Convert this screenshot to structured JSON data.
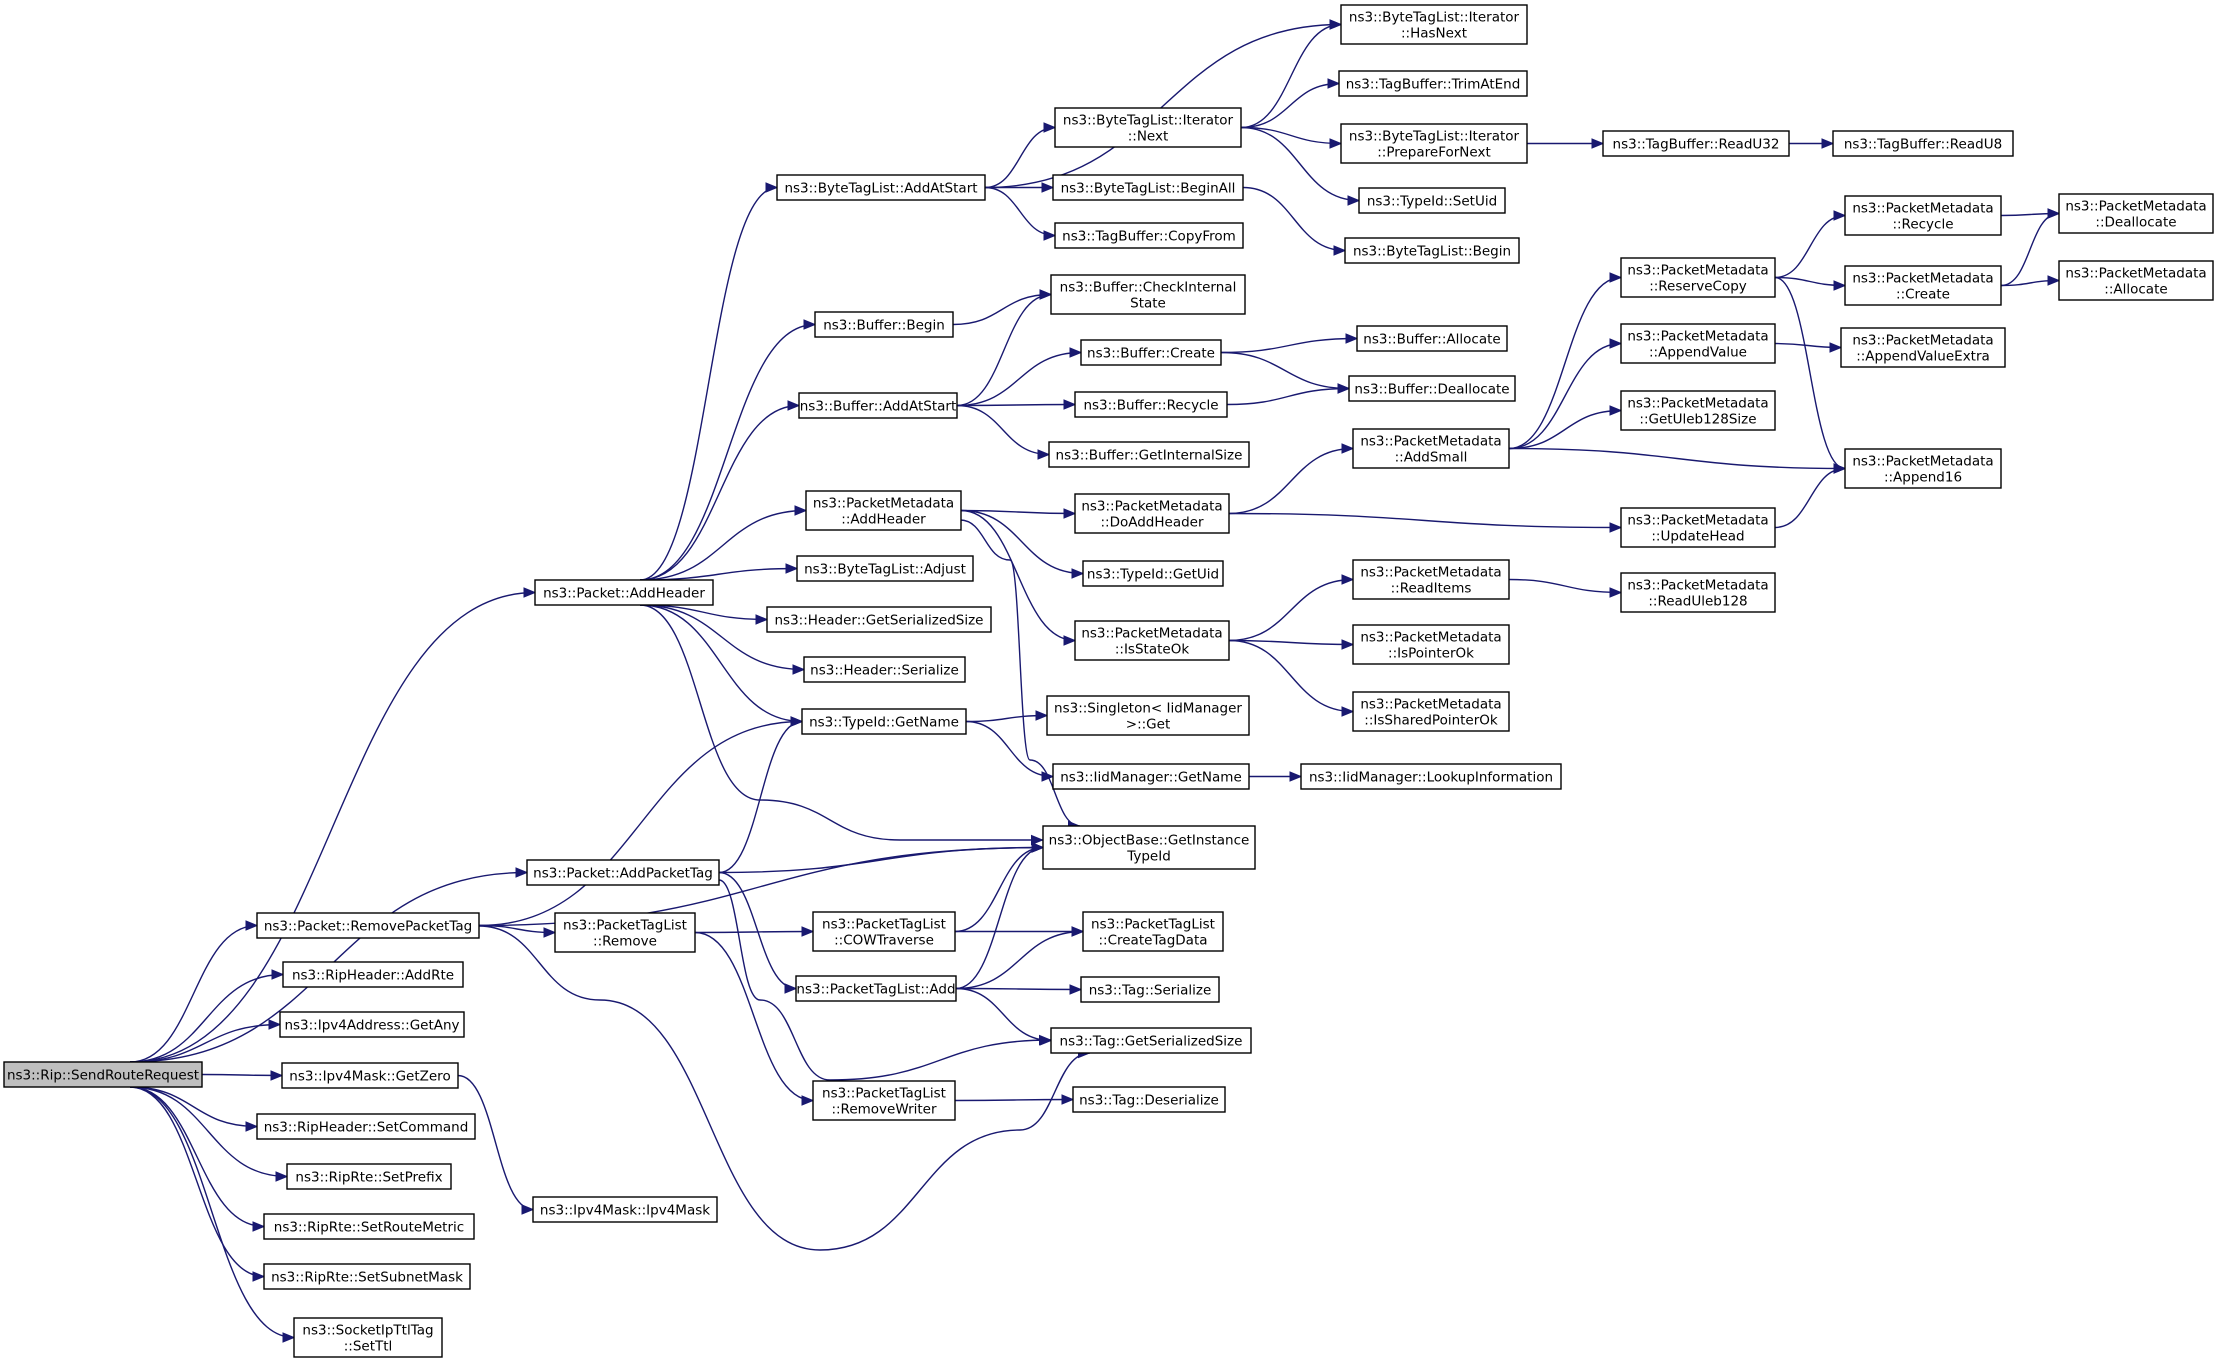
{
  "nodes": [
    {
      "id": "root",
      "lines": [
        "ns3::Rip::SendRouteRequest"
      ],
      "root": true
    },
    {
      "id": "packet_addheader",
      "lines": [
        "ns3::Packet::AddHeader"
      ]
    },
    {
      "id": "packet_addpackettag",
      "lines": [
        "ns3::Packet::AddPacketTag"
      ]
    },
    {
      "id": "packet_removepackettag",
      "lines": [
        "ns3::Packet::RemovePacketTag"
      ]
    },
    {
      "id": "ripheader_addrte",
      "lines": [
        "ns3::RipHeader::AddRte"
      ]
    },
    {
      "id": "ipv4address_getany",
      "lines": [
        "ns3::Ipv4Address::GetAny"
      ]
    },
    {
      "id": "ipv4mask_getzero",
      "lines": [
        "ns3::Ipv4Mask::GetZero"
      ]
    },
    {
      "id": "ripheader_setcommand",
      "lines": [
        "ns3::RipHeader::SetCommand"
      ]
    },
    {
      "id": "riprte_setprefix",
      "lines": [
        "ns3::RipRte::SetPrefix"
      ]
    },
    {
      "id": "riprte_setroutemetric",
      "lines": [
        "ns3::RipRte::SetRouteMetric"
      ]
    },
    {
      "id": "riprte_setsubnetmask",
      "lines": [
        "ns3::RipRte::SetSubnetMask"
      ]
    },
    {
      "id": "socketipttltag_setttl",
      "lines": [
        "ns3::SocketIpTtlTag",
        "::SetTtl"
      ]
    },
    {
      "id": "ipv4mask_ipv4mask",
      "lines": [
        "ns3::Ipv4Mask::Ipv4Mask"
      ]
    },
    {
      "id": "packettaglist_remove",
      "lines": [
        "ns3::PacketTagList",
        "::Remove"
      ]
    },
    {
      "id": "bytetaglist_addatstart",
      "lines": [
        "ns3::ByteTagList::AddAtStart"
      ]
    },
    {
      "id": "buffer_begin",
      "lines": [
        "ns3::Buffer::Begin"
      ]
    },
    {
      "id": "buffer_addatstart",
      "lines": [
        "ns3::Buffer::AddAtStart"
      ]
    },
    {
      "id": "pm_addheader",
      "lines": [
        "ns3::PacketMetadata",
        "::AddHeader"
      ]
    },
    {
      "id": "bytetaglist_adjust",
      "lines": [
        "ns3::ByteTagList::Adjust"
      ]
    },
    {
      "id": "header_getserializedsize",
      "lines": [
        "ns3::Header::GetSerializedSize"
      ]
    },
    {
      "id": "header_serialize",
      "lines": [
        "ns3::Header::Serialize"
      ]
    },
    {
      "id": "typeid_getname",
      "lines": [
        "ns3::TypeId::GetName"
      ]
    },
    {
      "id": "ptl_cowtraverse",
      "lines": [
        "ns3::PacketTagList",
        "::COWTraverse"
      ]
    },
    {
      "id": "ptl_add",
      "lines": [
        "ns3::PacketTagList::Add"
      ]
    },
    {
      "id": "ptl_removewriter",
      "lines": [
        "ns3::PacketTagList",
        "::RemoveWriter"
      ]
    },
    {
      "id": "btl_iterator_next",
      "lines": [
        "ns3::ByteTagList::Iterator",
        "::Next"
      ]
    },
    {
      "id": "btl_beginall",
      "lines": [
        "ns3::ByteTagList::BeginAll"
      ]
    },
    {
      "id": "tagbuffer_copyfrom",
      "lines": [
        "ns3::TagBuffer::CopyFrom"
      ]
    },
    {
      "id": "buffer_checkinternalstate",
      "lines": [
        "ns3::Buffer::CheckInternal",
        "State"
      ]
    },
    {
      "id": "buffer_create",
      "lines": [
        "ns3::Buffer::Create"
      ]
    },
    {
      "id": "buffer_recycle",
      "lines": [
        "ns3::Buffer::Recycle"
      ]
    },
    {
      "id": "buffer_getinternalsize",
      "lines": [
        "ns3::Buffer::GetInternalSize"
      ]
    },
    {
      "id": "pm_doaddheader",
      "lines": [
        "ns3::PacketMetadata",
        "::DoAddHeader"
      ]
    },
    {
      "id": "typeid_getuid",
      "lines": [
        "ns3::TypeId::GetUid"
      ]
    },
    {
      "id": "pm_isstateok",
      "lines": [
        "ns3::PacketMetadata",
        "::IsStateOk"
      ]
    },
    {
      "id": "singleton_get",
      "lines": [
        "ns3::Singleton< IidManager",
        " >::Get"
      ]
    },
    {
      "id": "iidmanager_getname",
      "lines": [
        "ns3::IidManager::GetName"
      ]
    },
    {
      "id": "objectbase_getinstancetypeid",
      "lines": [
        "ns3::ObjectBase::GetInstance",
        "TypeId"
      ]
    },
    {
      "id": "ptl_createtagdata",
      "lines": [
        "ns3::PacketTagList",
        "::CreateTagData"
      ]
    },
    {
      "id": "tag_serialize",
      "lines": [
        "ns3::Tag::Serialize"
      ]
    },
    {
      "id": "tag_getserializedsize",
      "lines": [
        "ns3::Tag::GetSerializedSize"
      ]
    },
    {
      "id": "tag_deserialize",
      "lines": [
        "ns3::Tag::Deserialize"
      ]
    },
    {
      "id": "btl_iterator_hasnext",
      "lines": [
        "ns3::ByteTagList::Iterator",
        "::HasNext"
      ]
    },
    {
      "id": "tagbuffer_trimatend",
      "lines": [
        "ns3::TagBuffer::TrimAtEnd"
      ]
    },
    {
      "id": "btl_iterator_prepare",
      "lines": [
        "ns3::ByteTagList::Iterator",
        "::PrepareForNext"
      ]
    },
    {
      "id": "typeid_setuid",
      "lines": [
        "ns3::TypeId::SetUid"
      ]
    },
    {
      "id": "btl_begin",
      "lines": [
        "ns3::ByteTagList::Begin"
      ]
    },
    {
      "id": "buffer_allocate",
      "lines": [
        "ns3::Buffer::Allocate"
      ]
    },
    {
      "id": "buffer_deallocate",
      "lines": [
        "ns3::Buffer::Deallocate"
      ]
    },
    {
      "id": "pm_addsmall",
      "lines": [
        "ns3::PacketMetadata",
        "::AddSmall"
      ]
    },
    {
      "id": "pm_readitems",
      "lines": [
        "ns3::PacketMetadata",
        "::ReadItems"
      ]
    },
    {
      "id": "pm_ispointerok",
      "lines": [
        "ns3::PacketMetadata",
        "::IsPointerOk"
      ]
    },
    {
      "id": "pm_issharedpointerok",
      "lines": [
        "ns3::PacketMetadata",
        "::IsSharedPointerOk"
      ]
    },
    {
      "id": "iidmanager_lookupinformation",
      "lines": [
        "ns3::IidManager::LookupInformation"
      ]
    },
    {
      "id": "tagbuffer_readu32",
      "lines": [
        "ns3::TagBuffer::ReadU32"
      ]
    },
    {
      "id": "tagbuffer_readu8",
      "lines": [
        "ns3::TagBuffer::ReadU8"
      ]
    },
    {
      "id": "pm_reservecopy",
      "lines": [
        "ns3::PacketMetadata",
        "::ReserveCopy"
      ]
    },
    {
      "id": "pm_appendvalue",
      "lines": [
        "ns3::PacketMetadata",
        "::AppendValue"
      ]
    },
    {
      "id": "pm_getuleb128size",
      "lines": [
        "ns3::PacketMetadata",
        "::GetUleb128Size"
      ]
    },
    {
      "id": "pm_updatehead",
      "lines": [
        "ns3::PacketMetadata",
        "::UpdateHead"
      ]
    },
    {
      "id": "pm_readuleb128",
      "lines": [
        "ns3::PacketMetadata",
        "::ReadUleb128"
      ]
    },
    {
      "id": "pm_recycle",
      "lines": [
        "ns3::PacketMetadata",
        "::Recycle"
      ]
    },
    {
      "id": "pm_create",
      "lines": [
        "ns3::PacketMetadata",
        "::Create"
      ]
    },
    {
      "id": "pm_appendvalueextra",
      "lines": [
        "ns3::PacketMetadata",
        "::AppendValueExtra"
      ]
    },
    {
      "id": "pm_append16",
      "lines": [
        "ns3::PacketMetadata",
        "::Append16"
      ]
    },
    {
      "id": "pm_deallocate",
      "lines": [
        "ns3::PacketMetadata",
        "::Deallocate"
      ]
    },
    {
      "id": "pm_allocate",
      "lines": [
        "ns3::PacketMetadata",
        "::Allocate"
      ]
    }
  ],
  "edges": [
    [
      "root",
      "packet_addheader"
    ],
    [
      "root",
      "packet_addpackettag"
    ],
    [
      "root",
      "packet_removepackettag"
    ],
    [
      "root",
      "ripheader_addrte"
    ],
    [
      "root",
      "ipv4address_getany"
    ],
    [
      "root",
      "ipv4mask_getzero"
    ],
    [
      "root",
      "ripheader_setcommand"
    ],
    [
      "root",
      "riprte_setprefix"
    ],
    [
      "root",
      "riprte_setroutemetric"
    ],
    [
      "root",
      "riprte_setsubnetmask"
    ],
    [
      "root",
      "socketipttltag_setttl"
    ],
    [
      "ipv4mask_getzero",
      "ipv4mask_ipv4mask"
    ],
    [
      "packet_addheader",
      "bytetaglist_addatstart"
    ],
    [
      "packet_addheader",
      "buffer_begin"
    ],
    [
      "packet_addheader",
      "buffer_addatstart"
    ],
    [
      "packet_addheader",
      "pm_addheader"
    ],
    [
      "packet_addheader",
      "bytetaglist_adjust"
    ],
    [
      "packet_addheader",
      "header_getserializedsize"
    ],
    [
      "packet_addheader",
      "header_serialize"
    ],
    [
      "packet_addheader",
      "typeid_getname"
    ],
    [
      "packet_addheader",
      "objectbase_getinstancetypeid"
    ],
    [
      "packet_addpackettag",
      "typeid_getname"
    ],
    [
      "packet_addpackettag",
      "objectbase_getinstancetypeid"
    ],
    [
      "packet_addpackettag",
      "ptl_add"
    ],
    [
      "packet_addpackettag",
      "tag_getserializedsize"
    ],
    [
      "packet_removepackettag",
      "typeid_getname"
    ],
    [
      "packet_removepackettag",
      "objectbase_getinstancetypeid"
    ],
    [
      "packet_removepackettag",
      "packettaglist_remove"
    ],
    [
      "packet_removepackettag",
      "tag_getserializedsize"
    ],
    [
      "packettaglist_remove",
      "ptl_cowtraverse"
    ],
    [
      "packettaglist_remove",
      "ptl_removewriter"
    ],
    [
      "bytetaglist_addatstart",
      "btl_iterator_hasnext"
    ],
    [
      "bytetaglist_addatstart",
      "btl_iterator_next"
    ],
    [
      "bytetaglist_addatstart",
      "btl_beginall"
    ],
    [
      "bytetaglist_addatstart",
      "tagbuffer_copyfrom"
    ],
    [
      "btl_iterator_next",
      "btl_iterator_hasnext"
    ],
    [
      "btl_iterator_next",
      "tagbuffer_trimatend"
    ],
    [
      "btl_iterator_next",
      "btl_iterator_prepare"
    ],
    [
      "btl_iterator_next",
      "typeid_setuid"
    ],
    [
      "btl_beginall",
      "btl_begin"
    ],
    [
      "btl_iterator_prepare",
      "tagbuffer_readu32"
    ],
    [
      "tagbuffer_readu32",
      "tagbuffer_readu8"
    ],
    [
      "buffer_begin",
      "buffer_checkinternalstate"
    ],
    [
      "buffer_addatstart",
      "buffer_checkinternalstate"
    ],
    [
      "buffer_addatstart",
      "buffer_create"
    ],
    [
      "buffer_addatstart",
      "buffer_recycle"
    ],
    [
      "buffer_addatstart",
      "buffer_getinternalsize"
    ],
    [
      "buffer_create",
      "buffer_allocate"
    ],
    [
      "buffer_create",
      "buffer_deallocate"
    ],
    [
      "buffer_recycle",
      "buffer_deallocate"
    ],
    [
      "pm_addheader",
      "pm_doaddheader"
    ],
    [
      "pm_addheader",
      "typeid_getuid"
    ],
    [
      "pm_addheader",
      "pm_isstateok"
    ],
    [
      "pm_addheader",
      "objectbase_getinstancetypeid"
    ],
    [
      "pm_doaddheader",
      "pm_addsmall"
    ],
    [
      "pm_doaddheader",
      "pm_updatehead"
    ],
    [
      "pm_addsmall",
      "pm_reservecopy"
    ],
    [
      "pm_addsmall",
      "pm_appendvalue"
    ],
    [
      "pm_addsmall",
      "pm_getuleb128size"
    ],
    [
      "pm_addsmall",
      "pm_append16"
    ],
    [
      "pm_reservecopy",
      "pm_recycle"
    ],
    [
      "pm_reservecopy",
      "pm_create"
    ],
    [
      "pm_reservecopy",
      "pm_append16"
    ],
    [
      "pm_recycle",
      "pm_deallocate"
    ],
    [
      "pm_create",
      "pm_deallocate"
    ],
    [
      "pm_create",
      "pm_allocate"
    ],
    [
      "pm_appendvalue",
      "pm_appendvalueextra"
    ],
    [
      "pm_updatehead",
      "pm_append16"
    ],
    [
      "pm_isstateok",
      "pm_readitems"
    ],
    [
      "pm_isstateok",
      "pm_ispointerok"
    ],
    [
      "pm_isstateok",
      "pm_issharedpointerok"
    ],
    [
      "pm_readitems",
      "pm_readuleb128"
    ],
    [
      "typeid_getname",
      "singleton_get"
    ],
    [
      "typeid_getname",
      "iidmanager_getname"
    ],
    [
      "iidmanager_getname",
      "iidmanager_lookupinformation"
    ],
    [
      "ptl_cowtraverse",
      "ptl_createtagdata"
    ],
    [
      "ptl_cowtraverse",
      "objectbase_getinstancetypeid"
    ],
    [
      "ptl_add",
      "objectbase_getinstancetypeid"
    ],
    [
      "ptl_add",
      "ptl_createtagdata"
    ],
    [
      "ptl_add",
      "tag_serialize"
    ],
    [
      "ptl_add",
      "tag_getserializedsize"
    ],
    [
      "ptl_removewriter",
      "tag_deserialize"
    ]
  ]
}
